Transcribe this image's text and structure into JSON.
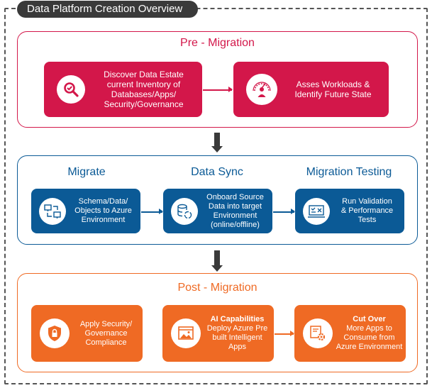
{
  "title": "Data Platform Creation Overview",
  "colors": {
    "pre_migration": "#d3174a",
    "migrate": "#0b5a96",
    "post_migration": "#ef6a24",
    "frame": "#555555",
    "arrow": "#3a3a3a"
  },
  "pre_migration": {
    "title": "Pre - Migration",
    "cards": [
      {
        "icon": "magnifier-icon",
        "lines": [
          "Discover Data Estate",
          "current Inventory of",
          "Databases/Apps/",
          "Security/Governance"
        ]
      },
      {
        "icon": "assessment-gauge-icon",
        "lines": [
          "Asses Workloads &",
          "Identify Future State"
        ]
      }
    ]
  },
  "migrate_stage": {
    "columns": [
      "Migrate",
      "Data Sync",
      "Migration Testing"
    ],
    "cards": [
      {
        "icon": "computers-sync-icon",
        "lines": [
          "Schema/Data/",
          "Objects to Azure",
          "Environment"
        ]
      },
      {
        "icon": "database-sync-icon",
        "lines": [
          "Onboard Source",
          "Data into target",
          "Environment",
          "(online/offline)"
        ]
      },
      {
        "icon": "test-monitor-icon",
        "lines": [
          "Run Validation",
          "& Performance",
          "Tests"
        ]
      }
    ]
  },
  "post_migration": {
    "title": "Post - Migration",
    "cards": [
      {
        "icon": "security-shield-icon",
        "heading": "",
        "lines": [
          "Apply Security/",
          "Governance",
          "Compliance"
        ]
      },
      {
        "icon": "app-window-icon",
        "heading": "AI Capabilities",
        "lines": [
          "Deploy Azure Pre",
          "built Intelligent",
          "Apps"
        ]
      },
      {
        "icon": "apps-settings-icon",
        "heading": "Cut Over",
        "lines": [
          "More Apps to",
          "Consume from",
          "Azure Environment"
        ]
      }
    ]
  }
}
